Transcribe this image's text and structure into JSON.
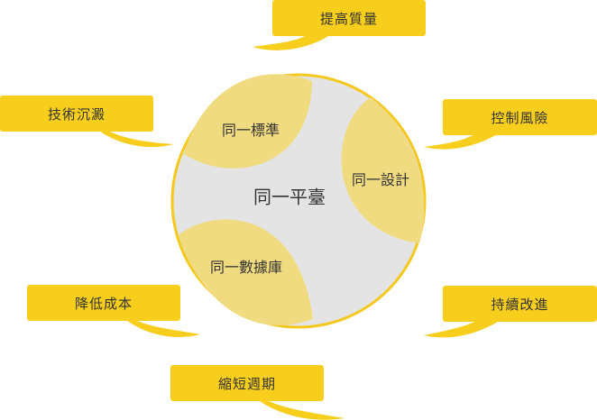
{
  "center": {
    "label": "同一平臺"
  },
  "segments": [
    {
      "label": "同一標準"
    },
    {
      "label": "同一設計"
    },
    {
      "label": "同一數據庫"
    }
  ],
  "callouts": [
    {
      "label": "提高質量"
    },
    {
      "label": "技術沉澱"
    },
    {
      "label": "控制風險"
    },
    {
      "label": "降低成本"
    },
    {
      "label": "持續改進"
    },
    {
      "label": "縮短週期"
    }
  ],
  "colors": {
    "callout_fill": "#F7CE1B",
    "circle_border": "#F4C81C",
    "circle_fill": "#E4E4E4",
    "segment_fill": "#F1DB80"
  }
}
